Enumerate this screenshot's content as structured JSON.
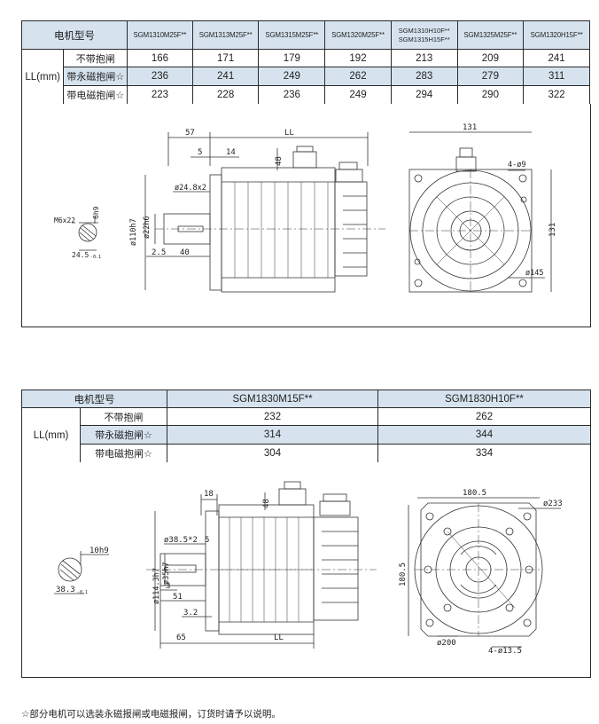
{
  "table1": {
    "model_label": "电机型号",
    "models": [
      "SGM1310M25F**",
      "SGM1313M25F**",
      "SGM1315M25F**",
      "SGM1320M25F**",
      "SGM1310H10F**",
      "SGM1315H15F**",
      "SGM1325M25F**",
      "SGM1320H15F**"
    ],
    "ll_label": "LL(mm)",
    "rows": [
      {
        "label": "不带抱闸",
        "values": [
          "166",
          "171",
          "179",
          "192",
          "213",
          "209",
          "241"
        ]
      },
      {
        "label": "带永磁抱闸☆",
        "values": [
          "236",
          "241",
          "249",
          "262",
          "283",
          "279",
          "311"
        ]
      },
      {
        "label": "带电磁抱闸☆",
        "values": [
          "223",
          "228",
          "236",
          "249",
          "294",
          "290",
          "322"
        ]
      }
    ]
  },
  "drawing1": {
    "dim_57": "57",
    "dim_LL": "LL",
    "dim_5": "5",
    "dim_14": "14",
    "dim_48": "48",
    "dim_flange": "ø24.8x2",
    "dim_110": "ø110h7",
    "dim_22": "ø22h6",
    "dim_2_5": "2.5",
    "dim_40": "40",
    "dim_key": "M6x22",
    "dim_6h9": "6h9",
    "dim_24_5": "24.5",
    "dim_24_5_tol": "-0.1",
    "dim_131_top": "131",
    "dim_131_side": "131",
    "dim_holes": "4-ø9",
    "dim_145": "ø145"
  },
  "table2": {
    "model_label": "电机型号",
    "models": [
      "SGM1830M15F**",
      "SGM1830H10F**"
    ],
    "ll_label": "LL(mm)",
    "rows": [
      {
        "label": "不带抱闸",
        "values": [
          "232",
          "262"
        ]
      },
      {
        "label": "带永磁抱闸☆",
        "values": [
          "314",
          "344"
        ]
      },
      {
        "label": "带电磁抱闸☆",
        "values": [
          "304",
          "334"
        ]
      }
    ]
  },
  "drawing2": {
    "dim_18": "18",
    "dim_48": "48",
    "dim_flange": "ø38.5*2",
    "dim_5": "5",
    "dim_114": "ø114.3h7",
    "dim_35": "ø35h7",
    "dim_3": "3",
    "dim_51": "51",
    "dim_3_2": "3.2",
    "dim_65": "65",
    "dim_LL": "LL",
    "dim_10h9": "10h9",
    "dim_38_3": "38.3",
    "dim_38_3_tol": "-0.1",
    "dim_180_top": "180.5",
    "dim_180_side": "180.5",
    "dim_233": "ø233",
    "dim_200": "ø200",
    "dim_holes": "4-ø13.5"
  },
  "footnote": "☆部分电机可以选装永磁报闸或电磁报闸，订货时请予以说明。"
}
